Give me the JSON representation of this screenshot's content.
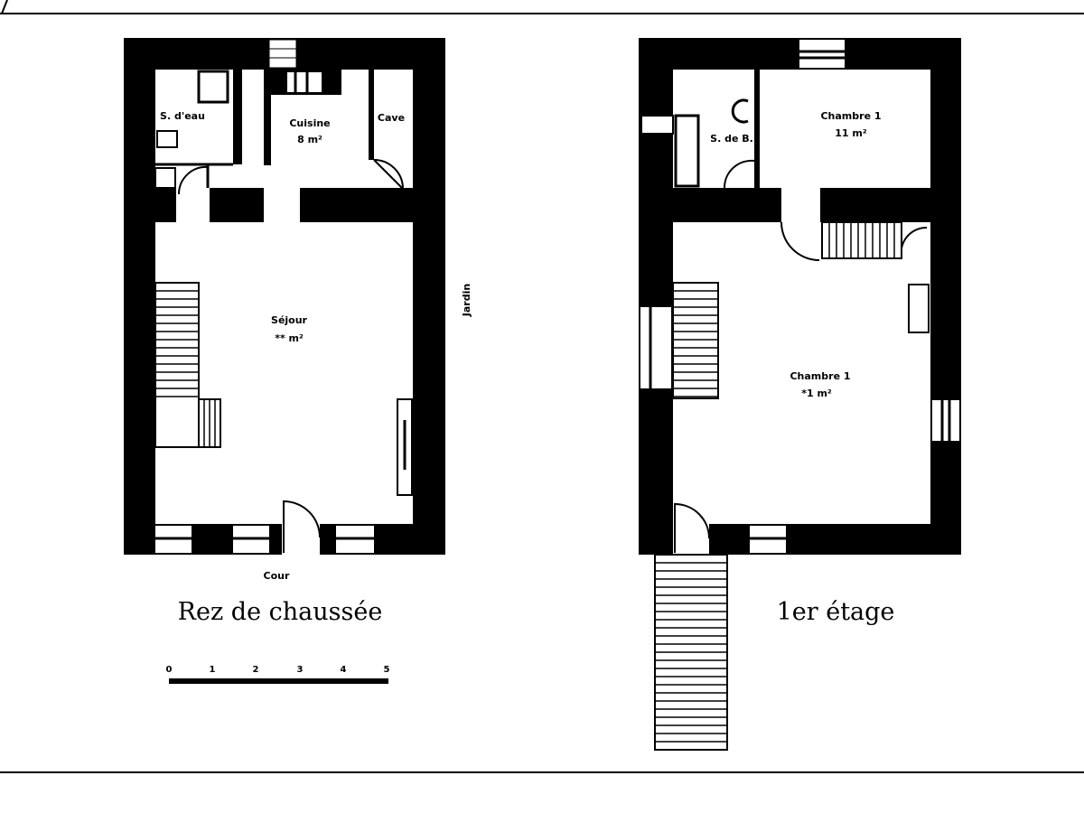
{
  "colors": {
    "wall": "#000000",
    "background": "#ffffff"
  },
  "ground_floor": {
    "title": "Rez de chaussée",
    "rooms": [
      {
        "name": "S. d'eau",
        "area": ""
      },
      {
        "name": "Cuisine",
        "area": "8 m²"
      },
      {
        "name": "Cave",
        "area": ""
      },
      {
        "name": "Séjour",
        "area": "** m²"
      }
    ],
    "outside": {
      "garden": "Jardin",
      "yard": "Cour"
    }
  },
  "first_floor": {
    "title": "1er étage",
    "rooms": [
      {
        "name": "S. de B.",
        "area": ""
      },
      {
        "name": "Chambre 1",
        "area": "11 m²"
      },
      {
        "name": "Chambre 1",
        "area": "*1 m²"
      }
    ]
  },
  "scale": {
    "ticks": [
      "0",
      "1",
      "2",
      "3",
      "4",
      "5"
    ]
  }
}
